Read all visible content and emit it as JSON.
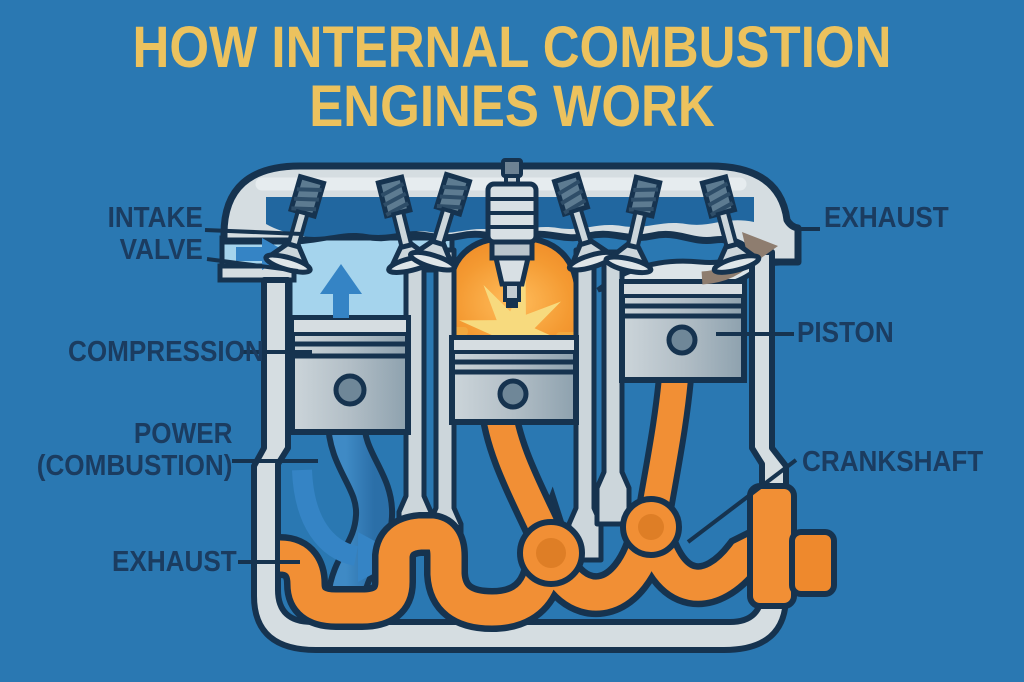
{
  "title": {
    "line1": "HOW INTERNAL COMBUSTION",
    "line2": "ENGINES WORK"
  },
  "labels": {
    "intake_valve": {
      "line1": "INTAKE",
      "line2": "VALVE"
    },
    "compression": "COMPRESSION",
    "power": {
      "line1": "POWER",
      "line2": "(COMBUSTION)"
    },
    "exhaust_left": "EXHAUST",
    "exhaust_right": "EXHAUST",
    "piston": "PISTON",
    "crankshaft": "CRANKSHAFT"
  },
  "colors": {
    "background": "#2a78b2",
    "title_gold": "#ecc25e",
    "label_navy": "#1b3c60",
    "outline_navy": "#16334f",
    "housing_gray": "#d5dde1",
    "intake_light_blue": "#a5d4ed",
    "flow_arrow_blue": "#3584c5",
    "combustion_orange": "#f0912f",
    "spark_star_yellow": "#f7da7e",
    "crankshaft_orange": "#f18f35",
    "crank_pin_orange": "#de7e26",
    "exhaust_arrow_brown": "#8e7d6f",
    "piston_silver": "#b2bec6"
  },
  "icons": {
    "intake_flow_arrow": "right-arrow",
    "cylinder_up_arrow": "up-arrow",
    "power_down_arrow": "curved-down-right-arrow",
    "exhaust_flow_arrow": "curved-up-right-arrow",
    "spark": "starburst"
  }
}
